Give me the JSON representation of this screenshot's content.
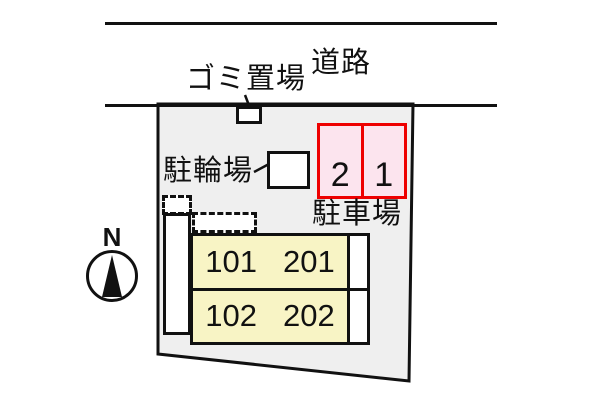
{
  "title": "site-plan-diagram",
  "labels": {
    "road": "道路",
    "garbage_area": "ゴミ置場",
    "bicycle_parking": "駐輪場",
    "car_parking": "駐車場",
    "north": "N"
  },
  "parking": {
    "stalls": [
      "2",
      "1"
    ]
  },
  "building": {
    "rows": [
      [
        "101",
        "201"
      ],
      [
        "102",
        "202"
      ]
    ]
  },
  "colors": {
    "red": "#ee0000",
    "pink": "#fce4ee",
    "yellow": "#f8f4c5",
    "plot_gray": "#efefef",
    "line": "#111111"
  }
}
